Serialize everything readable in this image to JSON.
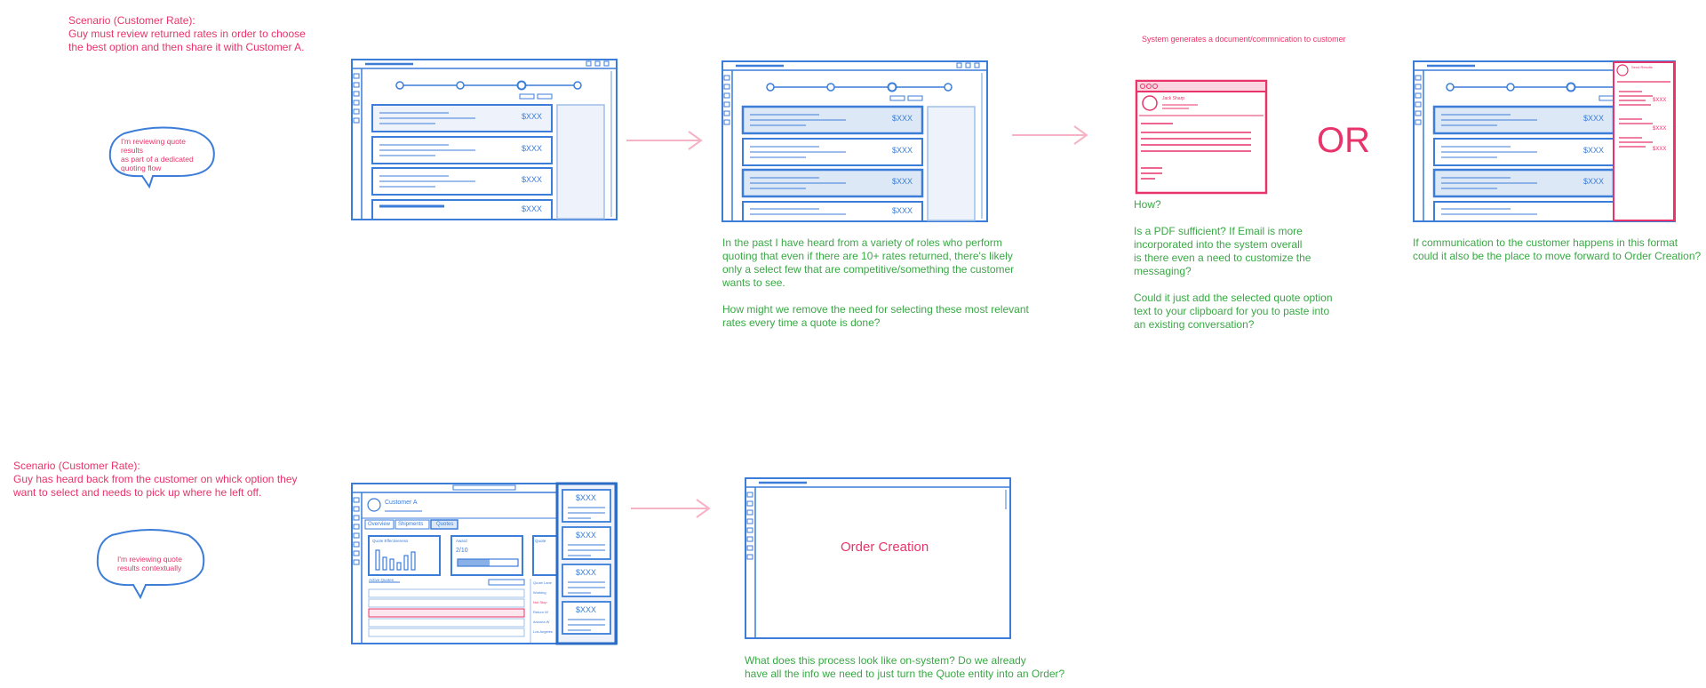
{
  "colors": {
    "blue": "#3b7dd8",
    "pink": "#e8346a",
    "green": "#3aa845",
    "arrow": "#f7b3c6"
  },
  "scenario1": {
    "heading": "Scenario (Customer Rate):",
    "body": "Guy must review returned rates in order to choose\nthe best option and then share it with Customer A.",
    "bubble": "I'm reviewing quote results\nas part of a dedicated\nquoting flow"
  },
  "scenario2": {
    "heading": "Scenario (Customer Rate):",
    "body": "Guy has heard back from the customer on whick option they\nwant to select and needs to pick up where he left off.",
    "bubble": "I'm reviewing quote\nresults contextually"
  },
  "price_label": "$XXX",
  "system_note": "System generates a document/commnication to customer",
  "doc_mock": {
    "name": "Jack Sharp"
  },
  "or_label": "OR",
  "sidebar_mock": {
    "header": "Send Results"
  },
  "note_past": "In the past I have heard from a variety of roles who perform\nquoting that even if there are 10+ rates returned, there's likely\nonly a select few that are competitive/something the customer\nwants to see.\n\nHow might we remove the need for selecting these most relevant\nrates every time a quote is done?",
  "note_how": "How?\n\nIs a PDF sufficient? If Email is more\nincorporated into the system overall\nis there even a need to customize the\nmessaging?\n\nCould it just add the selected quote option\ntext to your clipboard for you to paste into\nan existing conversation?",
  "note_format": "If communication to the customer happens in this format\ncould it also be the place to move forward to Order Creation?",
  "customer_mock": {
    "customer_name": "Customer A",
    "tabs": [
      "Overview",
      "Shipments",
      "Quotes"
    ],
    "card1_title": "Quote Effectiveness",
    "card2_title": "Award",
    "card2_value": "2/10",
    "card3_title": "Quote",
    "list_title": "Active Quotes",
    "right_items": [
      "Quote Lane",
      "Working",
      "Not Stop",
      "Return W",
      "Arizona W",
      "Los Angeles"
    ]
  },
  "order_creation": {
    "title": "Order Creation"
  },
  "note_order": "What does this process look like on-system? Do we already\nhave all the info we need to just turn the Quote entity into an Order?"
}
